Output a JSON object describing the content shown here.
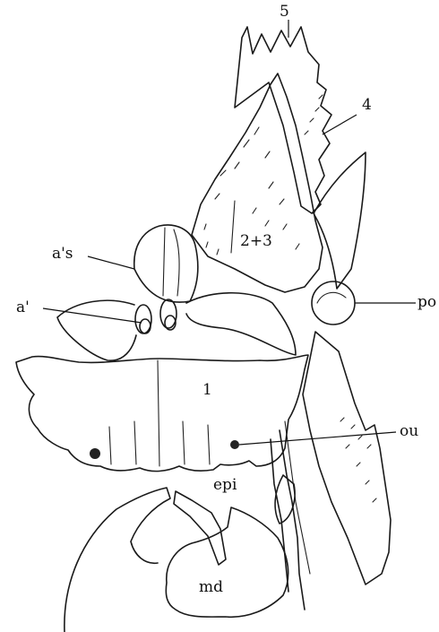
{
  "labels": {
    "five": "5",
    "four": "4",
    "two_three": "2+3",
    "a_prime_s": "a's",
    "a_prime": "a'",
    "po": "po",
    "one": "1",
    "ou": "ou",
    "epi": "epi",
    "md": "md"
  }
}
